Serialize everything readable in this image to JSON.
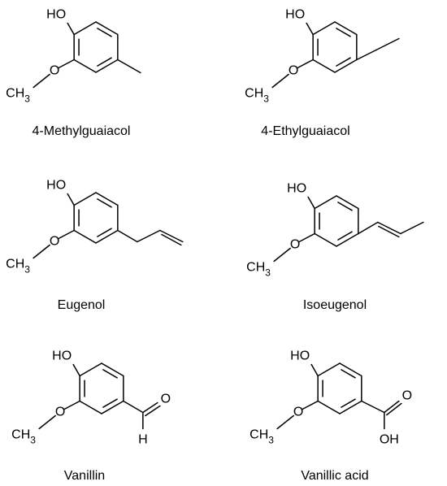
{
  "atoms": {
    "hydroxyl": "HO",
    "ether_oxygen": "O",
    "methyl_carbon": "CH",
    "methyl_subscript": "3",
    "carbonyl_oxygen": "O",
    "aldehyde_hydrogen": "H",
    "acid_hydroxyl": "OH"
  },
  "compounds": [
    {
      "name": "4-Methylguaiacol",
      "side_chain": "methyl"
    },
    {
      "name": "4-Ethylguaiacol",
      "side_chain": "ethyl"
    },
    {
      "name": "Eugenol",
      "side_chain": "allyl"
    },
    {
      "name": "Isoeugenol",
      "side_chain": "propenyl"
    },
    {
      "name": "Vanillin",
      "side_chain": "aldehyde"
    },
    {
      "name": "Vanillic acid",
      "side_chain": "carboxylic-acid"
    }
  ]
}
